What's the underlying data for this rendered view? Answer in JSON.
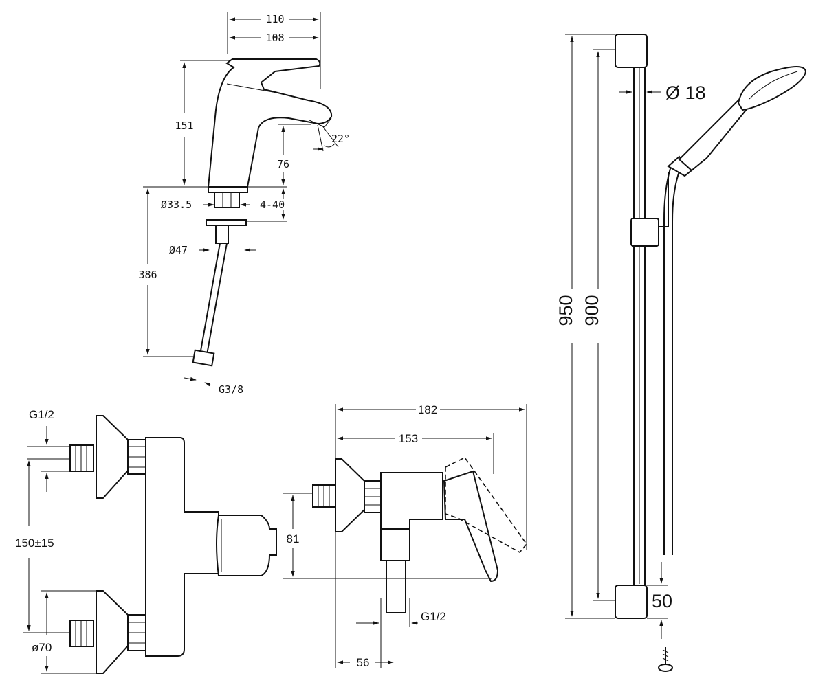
{
  "faucet": {
    "width_110": "110",
    "width_108": "108",
    "height_151": "151",
    "spout_76": "76",
    "angle_22": "22°",
    "dia_33_5": "Ø33.5",
    "deck_4_40": "4-40",
    "dia_47": "Ø47",
    "hose_386": "386",
    "thread_g38": "G3/8"
  },
  "mixer_front": {
    "thread_g12": "G1/2",
    "spacing": "150±15",
    "dia_70": "ø70"
  },
  "mixer_side": {
    "depth_182": "182",
    "depth_153": "153",
    "height_81": "81",
    "outlet_g12": "G1/2",
    "offset_56": "56"
  },
  "shower_bar": {
    "dia_18": "Ø 18",
    "length_950": "950",
    "length_900": "900",
    "bracket_50": "50"
  }
}
